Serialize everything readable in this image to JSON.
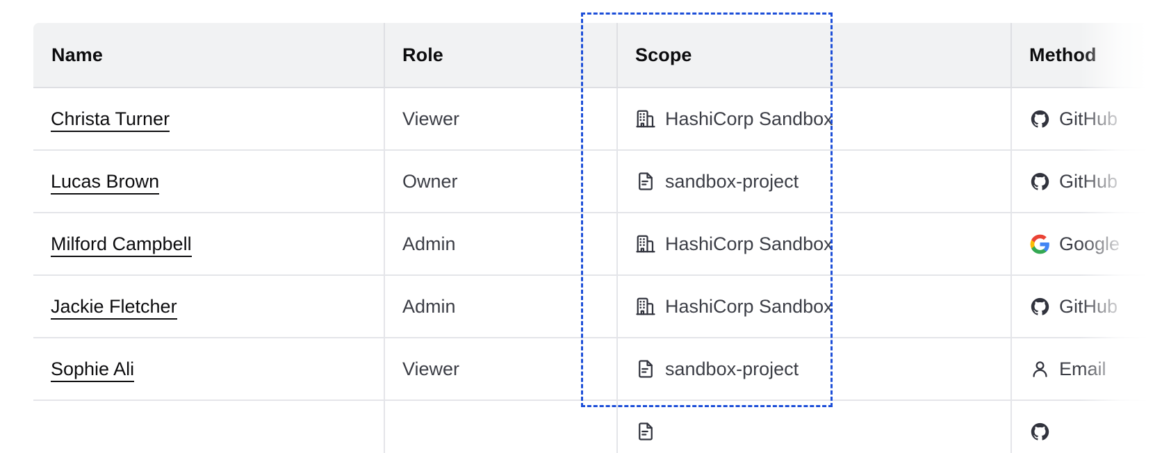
{
  "table": {
    "columns": [
      {
        "key": "name",
        "label": "Name"
      },
      {
        "key": "role",
        "label": "Role"
      },
      {
        "key": "scope",
        "label": "Scope"
      },
      {
        "key": "method",
        "label": "Method"
      },
      {
        "key": "extra",
        "label": ""
      }
    ],
    "rows": [
      {
        "name": "Christa Turner",
        "role": "Viewer",
        "scope": {
          "label": "HashiCorp Sandbox",
          "icon": "organization-icon"
        },
        "method": {
          "label": "GitHub",
          "icon": "github-icon"
        }
      },
      {
        "name": "Lucas Brown",
        "role": "Owner",
        "scope": {
          "label": "sandbox-project",
          "icon": "document-icon"
        },
        "method": {
          "label": "GitHub",
          "icon": "github-icon"
        }
      },
      {
        "name": "Milford Campbell",
        "role": "Admin",
        "scope": {
          "label": "HashiCorp Sandbox",
          "icon": "organization-icon"
        },
        "method": {
          "label": "Google",
          "icon": "google-icon"
        }
      },
      {
        "name": "Jackie Fletcher",
        "role": "Admin",
        "scope": {
          "label": "HashiCorp Sandbox",
          "icon": "organization-icon"
        },
        "method": {
          "label": "GitHub",
          "icon": "github-icon"
        }
      },
      {
        "name": "Sophie Ali",
        "role": "Viewer",
        "scope": {
          "label": "sandbox-project",
          "icon": "document-icon"
        },
        "method": {
          "label": "Email",
          "icon": "user-icon"
        }
      },
      {
        "name": "",
        "role": "",
        "scope": {
          "label": "",
          "icon": "document-icon"
        },
        "method": {
          "label": "",
          "icon": "github-icon"
        }
      }
    ]
  },
  "selection": {
    "target_column": "Scope",
    "border_color": "#1c4ed8",
    "style": "dashed"
  },
  "colors": {
    "header_background": "#f1f2f3",
    "header_text": "#0c0c0e",
    "body_text": "#3b3d45",
    "link_text": "#0c0c0e",
    "row_border": "#e4e5e9",
    "header_border": "#dedfe3",
    "surface": "#ffffff",
    "google_blue": "#4285f4",
    "google_red": "#ea4335",
    "google_yellow": "#fbbc05",
    "google_green": "#34a853",
    "github_dark": "#31333d"
  }
}
